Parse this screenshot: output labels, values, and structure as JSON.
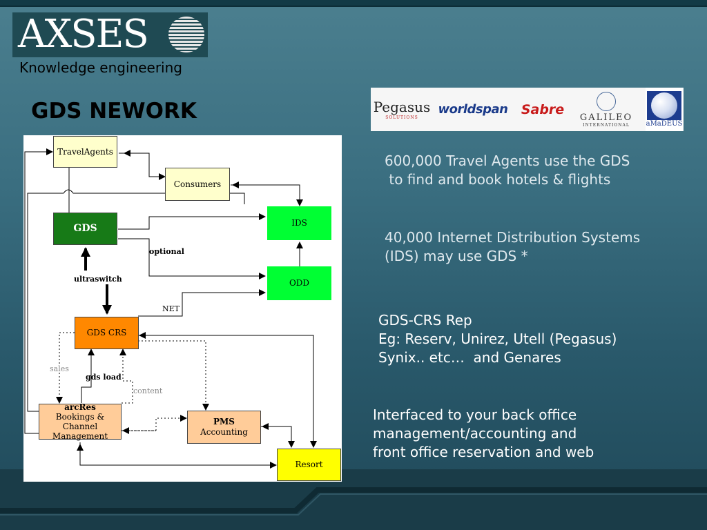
{
  "header": {
    "logo_text": "AXSES",
    "tagline": "Knowledge engineering",
    "title": "GDS NEWORK"
  },
  "partners": {
    "pegasus": "Pegasus",
    "pegasus_sub": "SOLUTIONS",
    "worldspan": "worldspan",
    "sabre": "Sabre",
    "galileo": "GALILEO",
    "galileo_sub": "INTERNATIONAL",
    "amadeus": "aMaDEUS"
  },
  "diagram": {
    "nodes": {
      "travelagents": "TravelAgents",
      "consumers": "Consumers",
      "gds": "GDS",
      "ids": "IDS",
      "odd": "ODD",
      "gdscrs": "GDS CRS",
      "arcres_title": "arcRes",
      "arcres_line1": "Bookings & Channel",
      "arcres_line2": "Management",
      "pms_title": "PMS",
      "pms_sub": "Accounting",
      "resort": "Resort"
    },
    "labels": {
      "optional": "optional",
      "ultraswitch": "ultraswitch",
      "net": "NET",
      "sales": "sales",
      "gdsload": "gds load",
      "content": "content"
    },
    "colors": {
      "travelagents": "#ffffcc",
      "consumers": "#ffffcc",
      "gds": "#177a17",
      "ids": "#00ff33",
      "odd": "#00ff33",
      "gdscrs": "#ff8800",
      "arcres": "#ffcc99",
      "pms": "#ffcc99",
      "resort": "#ffff00"
    }
  },
  "text": {
    "block1_line1": "600,000 Travel Agents use the GDS",
    "block1_line2": " to find and book hotels & flights",
    "block2_line1": "40,000 Internet Distribution Systems",
    "block2_line2": "(IDS) may use GDS *",
    "block3_line1": "GDS-CRS Rep",
    "block3_line2": "Eg: Reserv, Unirez, Utell (Pegasus)",
    "block3_line3": "Synix.. etc…  and Genares",
    "block4_line1": "Interfaced to your back office",
    "block4_line2": "management/accounting and",
    "block4_line3": "front office reservation and web"
  }
}
